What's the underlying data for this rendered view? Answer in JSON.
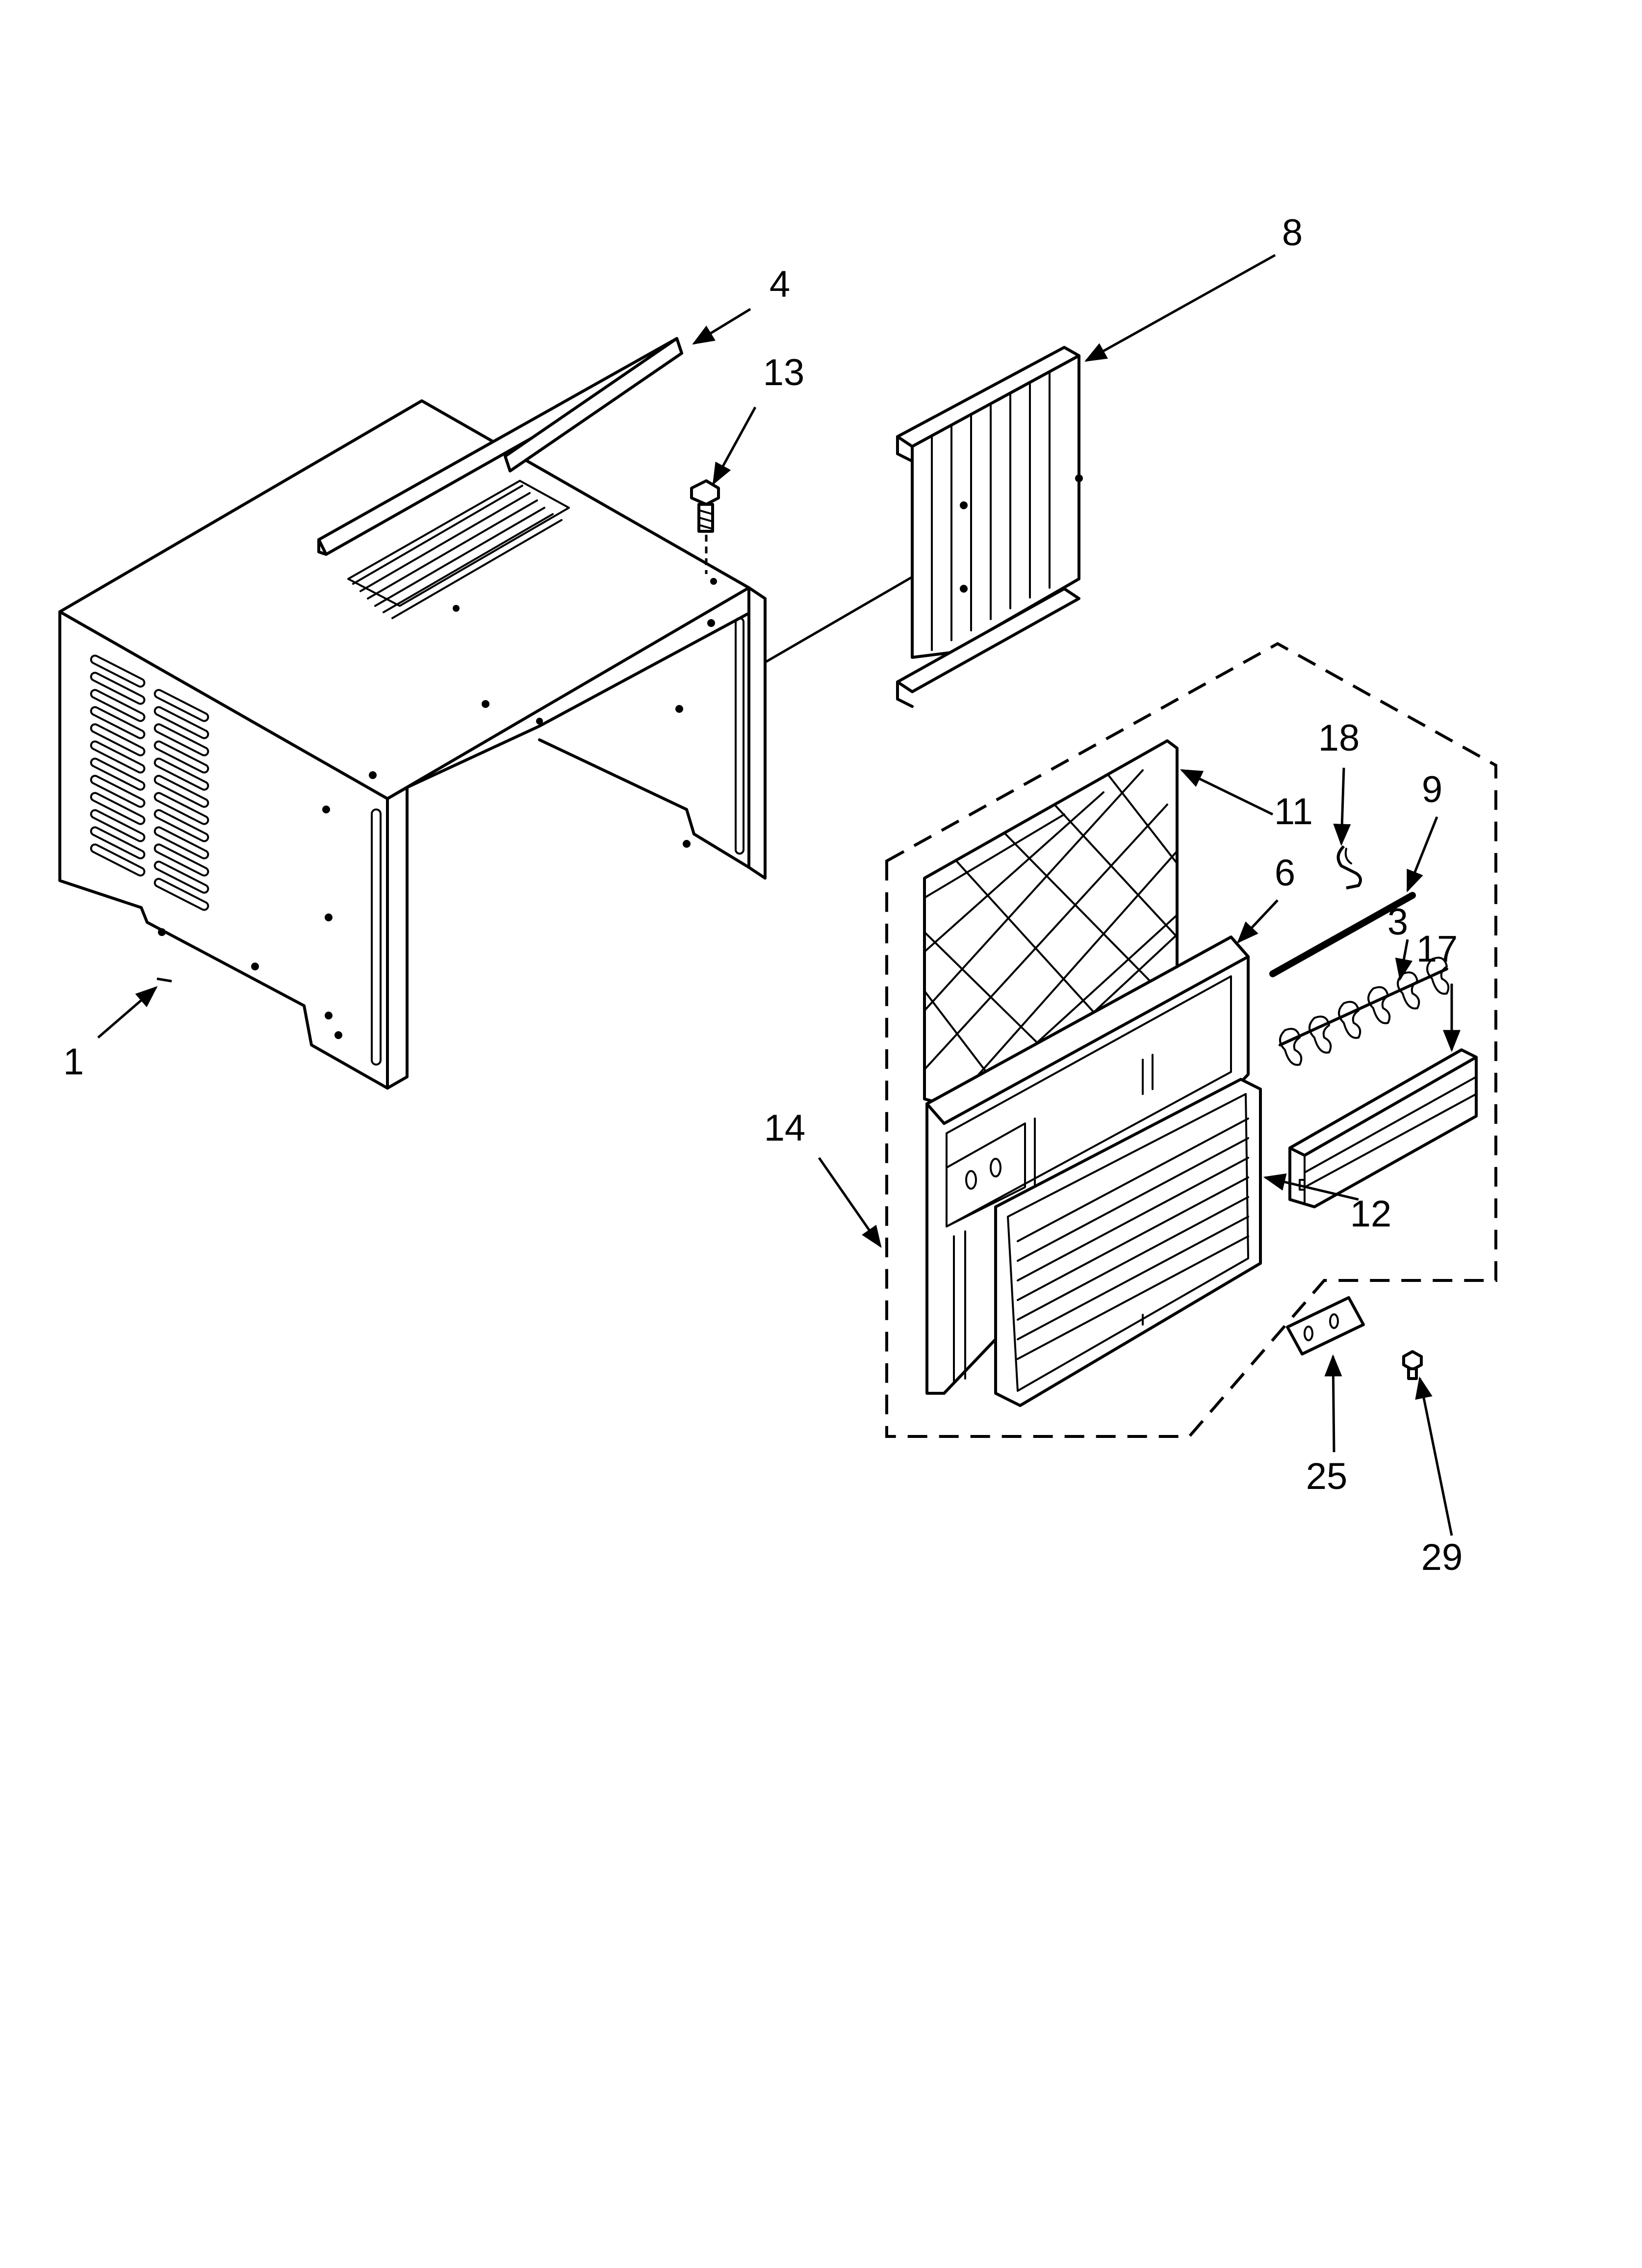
{
  "callouts": {
    "c1": "1",
    "c3": "3",
    "c4": "4",
    "c6": "6",
    "c8": "8",
    "c9": "9",
    "c11": "11",
    "c12": "12",
    "c13": "13",
    "c14": "14",
    "c17": "17",
    "c18": "18",
    "c25": "25",
    "c29": "29"
  }
}
